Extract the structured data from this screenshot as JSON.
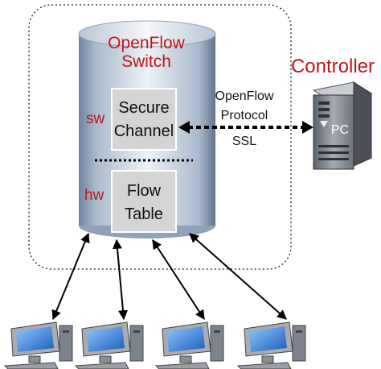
{
  "switch": {
    "title_line1": "OpenFlow",
    "title_line2": "Switch",
    "sw_label": "sw",
    "hw_label": "hw",
    "secure_channel_line1": "Secure",
    "secure_channel_line2": "Channel",
    "flow_table_line1": "Flow",
    "flow_table_line2": "Table"
  },
  "link": {
    "line1": "OpenFlow",
    "line2": "Protocol",
    "line3": "SSL"
  },
  "controller": {
    "title": "Controller",
    "pc_label": "PC"
  },
  "hosts": {
    "count": 4
  },
  "colors": {
    "red_text": "#c0141c",
    "cylinder_light": "#e8edf4",
    "cylinder_mid": "#a9b9cc",
    "cylinder_dark": "#5f7590",
    "box_fill": "#d4d4d4",
    "server_gray": "#8a8f98"
  }
}
